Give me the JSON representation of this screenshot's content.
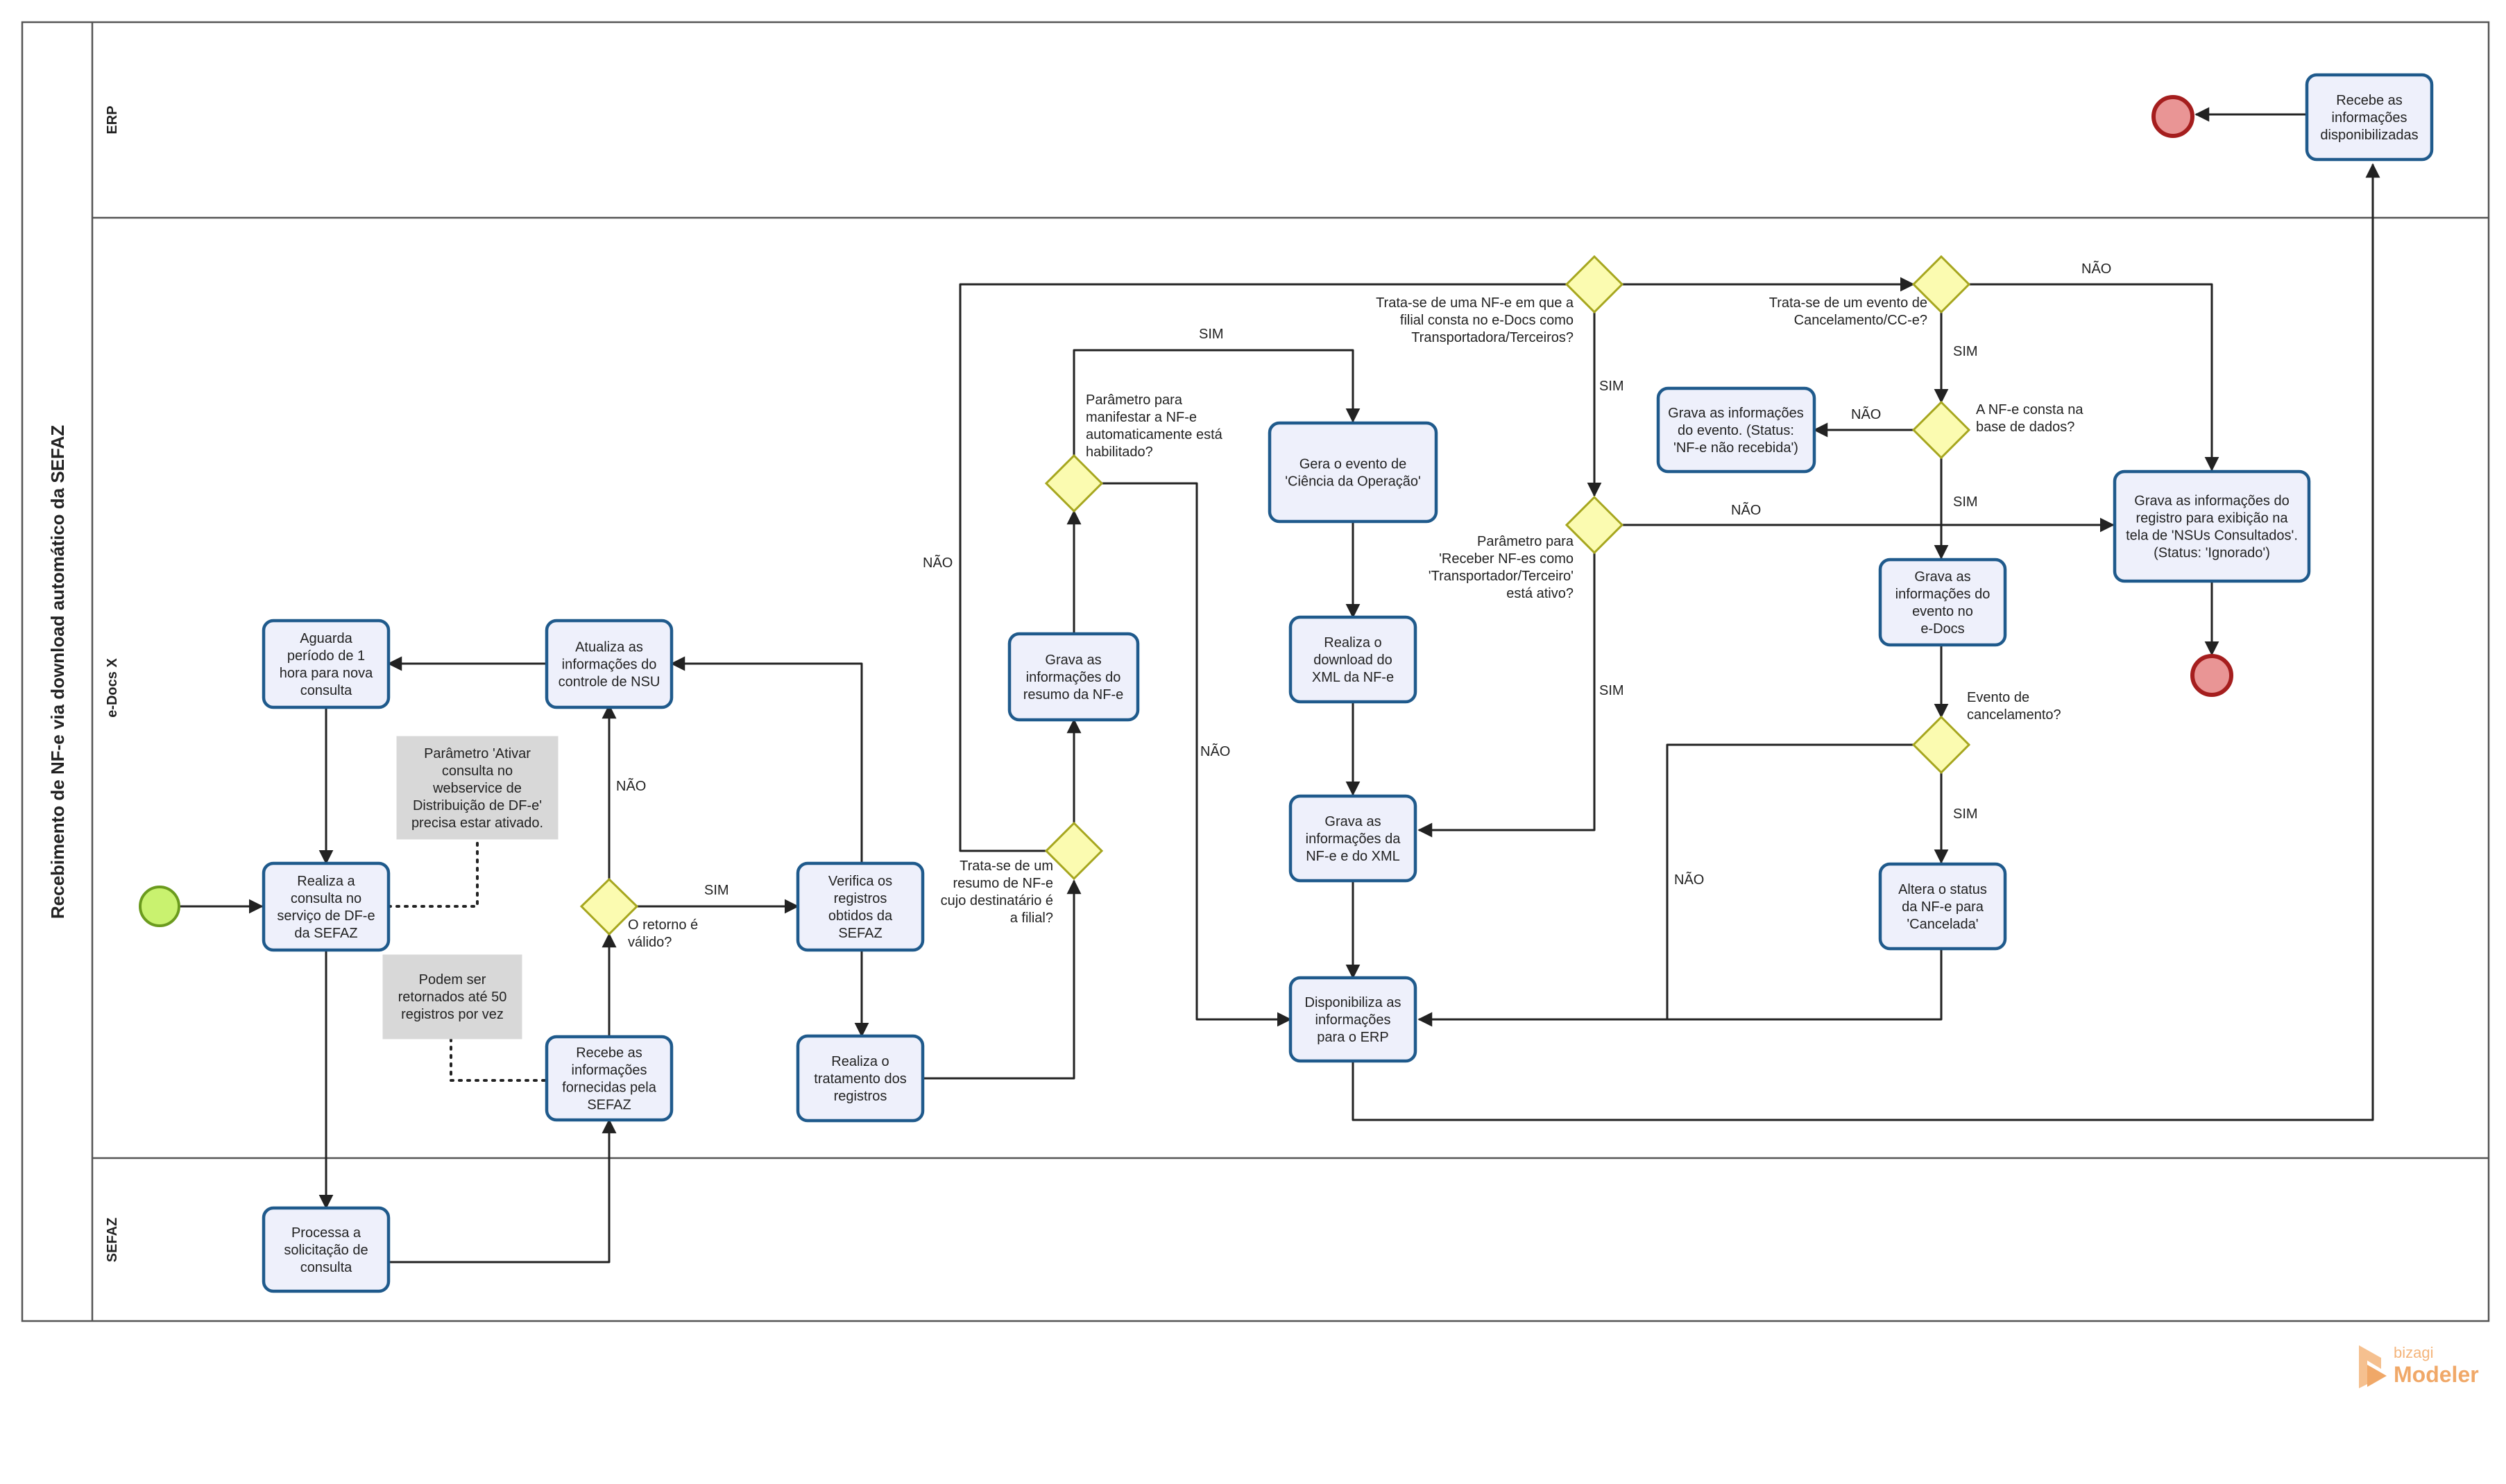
{
  "pool": {
    "title": "Recebimento de NF-e via download automático da SEFAZ"
  },
  "lanes": {
    "erp": "ERP",
    "edocs": "e-Docs X",
    "sefaz": "SEFAZ"
  },
  "tasks": {
    "aguarda": [
      "Aguarda",
      "período de 1",
      "hora para nova",
      "consulta"
    ],
    "atualiza": [
      "Atualiza as",
      "informações do",
      "controle de NSU"
    ],
    "realiza_consulta": [
      "Realiza a",
      "consulta no",
      "serviço de DF-e",
      "da SEFAZ"
    ],
    "recebe_info": [
      "Recebe as",
      "informações",
      "fornecidas pela",
      "SEFAZ"
    ],
    "verifica": [
      "Verifica os",
      "registros",
      "obtidos da",
      "SEFAZ"
    ],
    "tratamento": [
      "Realiza o",
      "tratamento dos",
      "registros"
    ],
    "grava_resumo": [
      "Grava as",
      "informações do",
      "resumo da NF-e"
    ],
    "ciencia": [
      "Gera o evento de",
      "'Ciência da Operação'"
    ],
    "download": [
      "Realiza o",
      "download do",
      "XML da NF-e"
    ],
    "grava_nfe": [
      "Grava as",
      "informações da",
      "NF-e e do XML"
    ],
    "disponibiliza": [
      "Disponibiliza as",
      "informações",
      "para o ERP"
    ],
    "grava_evento_nao_recebida": [
      "Grava as informações",
      "do evento. (Status:",
      "'NF-e não recebida')"
    ],
    "grava_evento": [
      "Grava as",
      "informações do",
      "evento no",
      "e-Docs"
    ],
    "altera": [
      "Altera o status",
      "da NF-e para",
      "'Cancelada'"
    ],
    "grava_ignorado": [
      "Grava as informações do",
      "registro para exibição na",
      "tela de 'NSUs Consultados'.",
      "(Status: 'Ignorado')"
    ],
    "recebe_erp": [
      "Recebe as",
      "informações",
      "disponibilizadas"
    ],
    "processa": [
      "Processa a",
      "solicitação de",
      "consulta"
    ]
  },
  "annotations": {
    "ativar": [
      "Parâmetro 'Ativar",
      "consulta no",
      "webservice de",
      "Distribuição de DF-e'",
      "precisa estar ativado."
    ],
    "podem": [
      "Podem ser",
      "retornados até 50",
      "registros por vez"
    ]
  },
  "gateways": {
    "retorno": [
      "O retorno é",
      "válido?"
    ],
    "resumo": [
      "Trata-se de um",
      "resumo de NF-e",
      "cujo destinatário é",
      "a filial?"
    ],
    "manifestar": [
      "Parâmetro para",
      "manifestar a NF-e",
      "automaticamente está",
      "habilitado?"
    ],
    "transportadora": [
      "Trata-se de uma NF-e em que a",
      "filial consta no e-Docs como",
      "Transportadora/Terceiros?"
    ],
    "receber": [
      "Parâmetro para",
      "'Receber NF-es como",
      "'Transportador/Terceiro'",
      "está ativo?"
    ],
    "cancelamento_cce": [
      "Trata-se de um evento de",
      "Cancelamento/CC-e?"
    ],
    "consta_base": [
      "A NF-e consta na",
      "base de dados?"
    ],
    "evento_canc": [
      "Evento de",
      "cancelamento?"
    ]
  },
  "flow_labels": {
    "sim": "SIM",
    "nao": "NÃO"
  },
  "brand": {
    "small": "bizagi",
    "big": "Modeler"
  },
  "colors": {
    "task_stroke": "#1f5a8c",
    "task_fill": "#eef0fb",
    "gateway_fill": "#fbfbb0",
    "start_fill": "#c9f26f",
    "end_fill": "#e99595"
  }
}
